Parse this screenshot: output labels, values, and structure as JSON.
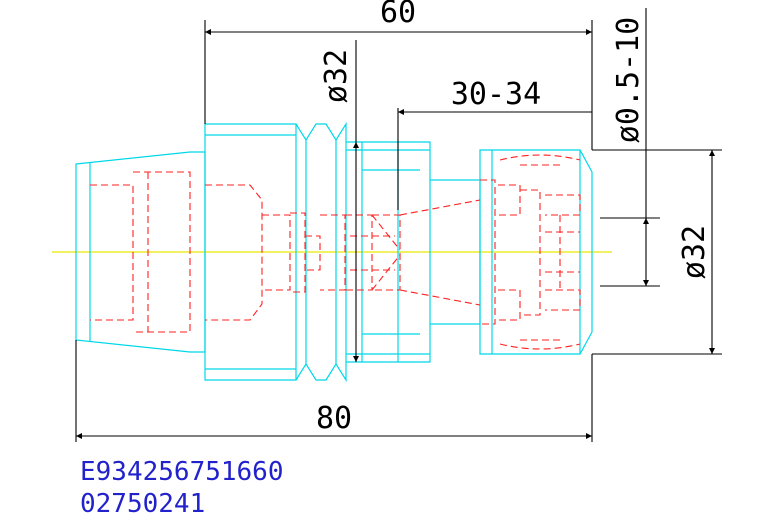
{
  "dimensions": {
    "overall_length": "80",
    "body_length": "60",
    "flange_diameter": "ø32",
    "clamp_range": "30-34",
    "collet_range": "ø0.5-10",
    "nut_diameter": "ø32"
  },
  "codes": {
    "line1": "E934256751660",
    "line2": "02750241"
  },
  "colors": {
    "outline": "#00d8e8",
    "hidden": "#ff2020",
    "dimension": "#000000",
    "axis": "#e8e800",
    "code_text": "#2222cc"
  }
}
